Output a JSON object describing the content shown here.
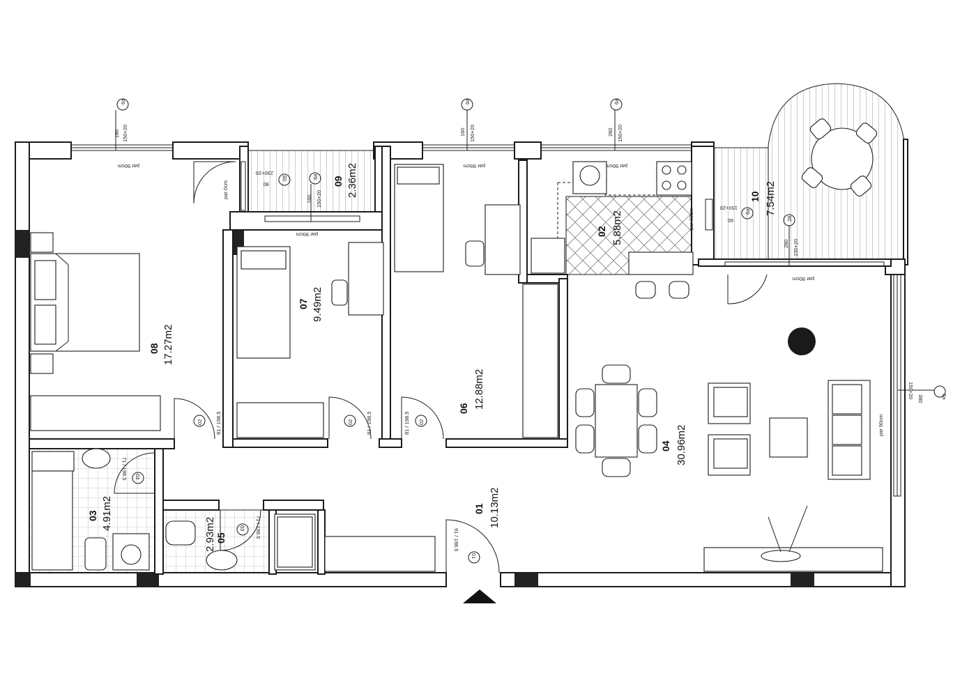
{
  "rooms": [
    {
      "id": "01",
      "area": "10.13m2"
    },
    {
      "id": "02",
      "area": "5.88m2"
    },
    {
      "id": "03",
      "area": "4.91m2"
    },
    {
      "id": "04",
      "area": "30.96m2"
    },
    {
      "id": "05",
      "area": "2.93m2"
    },
    {
      "id": "06",
      "area": "12.88m2"
    },
    {
      "id": "07",
      "area": "9.49m2"
    },
    {
      "id": "08",
      "area": "17.27m2"
    },
    {
      "id": "09",
      "area": "2.36m2"
    },
    {
      "id": "10",
      "area": "7.54m2"
    }
  ],
  "windows": {
    "w1": {
      "width": "180",
      "size": "150+20",
      "tag": "6a",
      "sill": "par 90cm"
    },
    "w2": {
      "width": "160",
      "size": "150+20",
      "tag": "6a",
      "sill": "par 90cm"
    },
    "w3": {
      "width": "260",
      "size": "150+20",
      "tag": "6a",
      "sill": "par 90cm"
    },
    "w4": {
      "width": "160",
      "size": "150+20",
      "tag": "6a",
      "sill": "par 90cm"
    },
    "w5": {
      "width": "380",
      "size": "150+20",
      "tag": "6a",
      "sill": "par 90cm"
    },
    "w6": {
      "width": "280",
      "size": "230+20",
      "tag": "28",
      "sill": "par 90cm"
    },
    "w7": {
      "width": "90",
      "size": "230+20",
      "tag": "09",
      "sill": "par 0cm"
    },
    "w8": {
      "width": "60",
      "size": "150+20",
      "tag": "6a",
      "sill": "par 90cm"
    }
  },
  "doors": {
    "d02a": {
      "tag": "02",
      "size": "81 / 198.5"
    },
    "d02b": {
      "tag": "02",
      "size": "81 / 198.5"
    },
    "d02c": {
      "tag": "02",
      "size": "81 / 198.5"
    },
    "d03": {
      "tag": "03",
      "size": "71 / 198.5"
    },
    "d03b": {
      "tag": "03",
      "size": "71 / 198.5"
    },
    "d01": {
      "tag": "01",
      "size": "91 / 198.5"
    }
  }
}
